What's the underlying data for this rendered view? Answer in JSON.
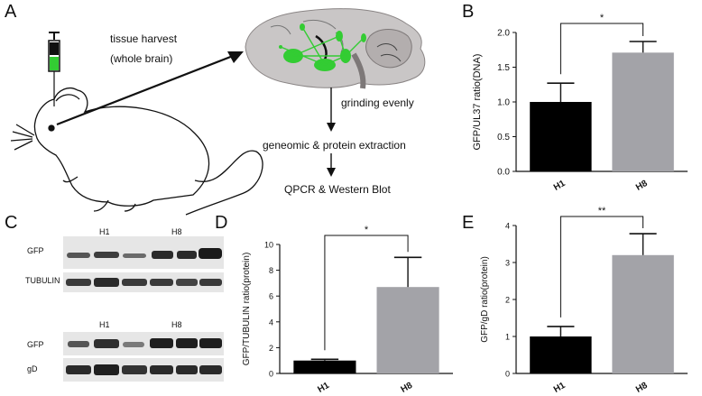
{
  "panels": {
    "a": "A",
    "b": "B",
    "c": "C",
    "d": "D",
    "e": "E"
  },
  "workflow": {
    "harvest_line1": "tissue harvest",
    "harvest_line2": "(whole brain)",
    "grinding": "grinding evenly",
    "extraction": "geneomic & protein extraction",
    "final": "QPCR & Western Blot"
  },
  "blots": {
    "top_h1": "H1",
    "top_h8": "H8",
    "gfp_top": "GFP",
    "tubulin": "TUBULIN",
    "bottom_h1": "H1",
    "bottom_h8": "H8",
    "gfp_bottom": "GFP",
    "gd": "gD"
  },
  "colors": {
    "h1_bar": "#000000",
    "h8_bar": "#a3a3a8",
    "gfp_green": "#33cc33"
  },
  "chart_data": [
    {
      "id": "B",
      "type": "bar",
      "categories": [
        "H1",
        "H8"
      ],
      "values": [
        1.0,
        1.71
      ],
      "errors": [
        0.27,
        0.16
      ],
      "ylabel": "GFP/UL37 ratio(DNA)",
      "ylim": [
        0,
        2.0
      ],
      "yticks": [
        "0.0",
        "0.5",
        "1.0",
        "1.5",
        "2.0"
      ],
      "significance": "*",
      "grid": false
    },
    {
      "id": "D",
      "type": "bar",
      "categories": [
        "H1",
        "H8"
      ],
      "values": [
        1.0,
        6.7
      ],
      "errors": [
        0.1,
        2.3
      ],
      "ylabel": "GFP/TUBULIN ratio(protein)",
      "ylim": [
        0,
        10
      ],
      "yticks": [
        "0",
        "2",
        "4",
        "6",
        "8",
        "10"
      ],
      "significance": "*",
      "grid": false
    },
    {
      "id": "E",
      "type": "bar",
      "categories": [
        "H1",
        "H8"
      ],
      "values": [
        1.0,
        3.2
      ],
      "errors": [
        0.27,
        0.58
      ],
      "ylabel": "GFP/gD ratio(protein)",
      "ylim": [
        0,
        4
      ],
      "yticks": [
        "0",
        "1",
        "2",
        "3",
        "4"
      ],
      "significance": "**",
      "grid": false
    }
  ]
}
